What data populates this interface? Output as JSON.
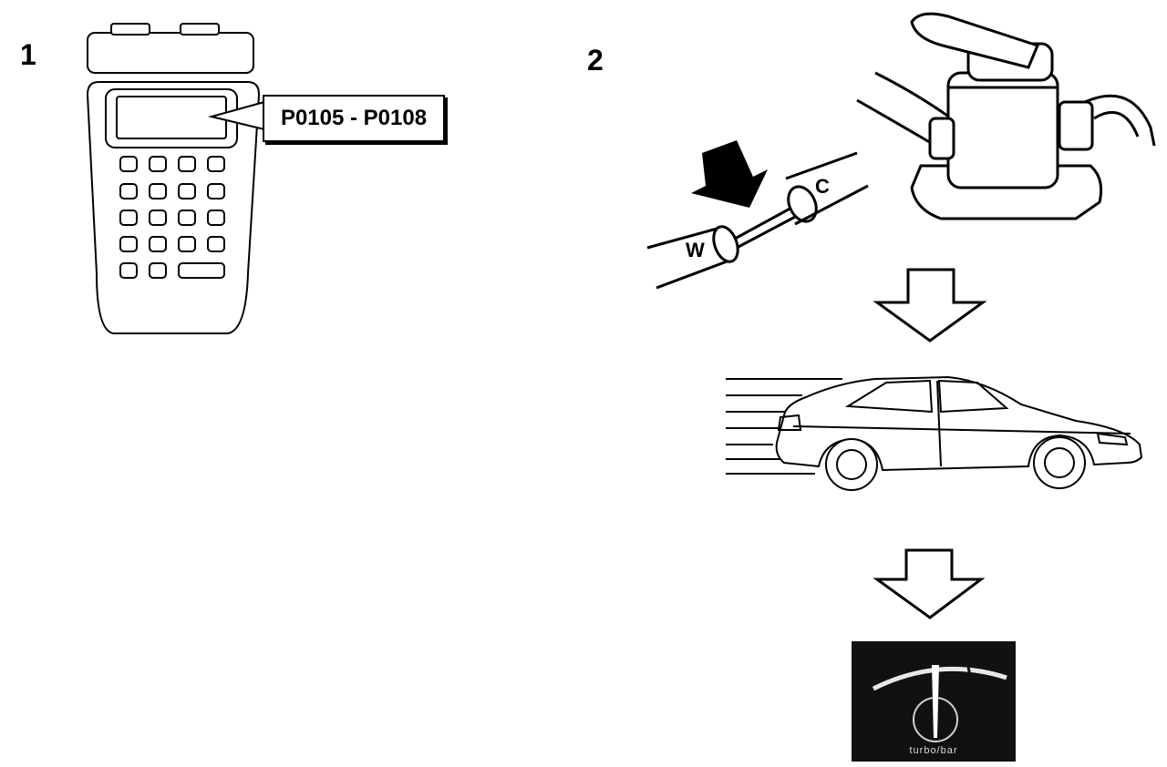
{
  "steps": [
    {
      "number": "1"
    },
    {
      "number": "2"
    }
  ],
  "scan_tool": {
    "fault_codes": "P0105 - P0108"
  },
  "connector": {
    "wire_label_w": "W",
    "wire_label_c": "C"
  },
  "gauge": {
    "caption": "turbo/bar"
  }
}
